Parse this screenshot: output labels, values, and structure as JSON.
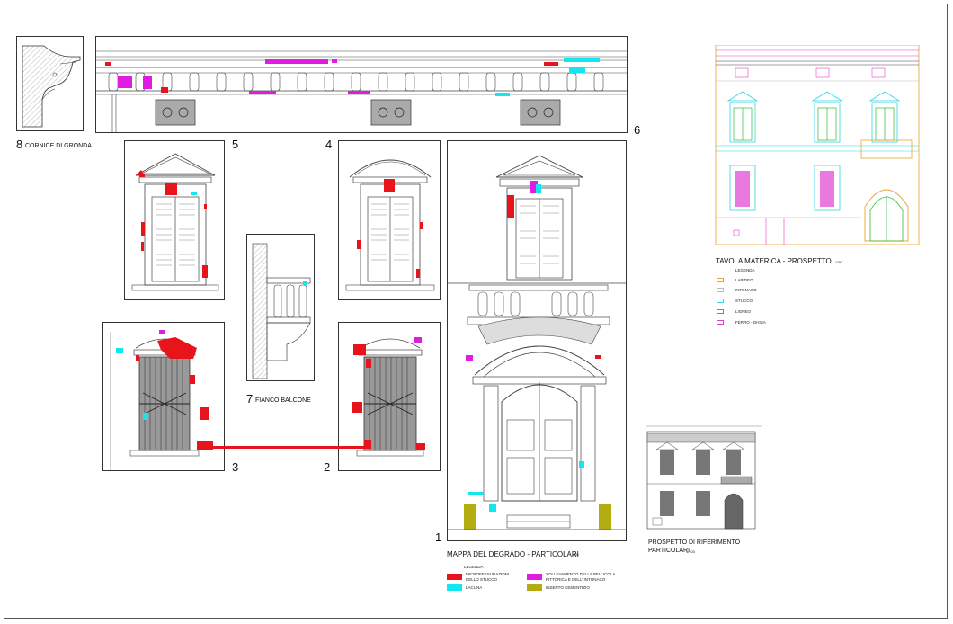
{
  "panels": {
    "p1": "1",
    "p2": "2",
    "p3": "3",
    "p4": "4",
    "p5": "5",
    "p6": "6",
    "p7_num": "7",
    "p7_label": "FIANCO BALCONE",
    "p8_num": "8",
    "p8_label": "CORNICE DI GRONDA"
  },
  "degrado": {
    "title": "MAPPA DEL DEGRADO - PARTICOLARI",
    "scale": "1/20",
    "legend_title": "LEGENDA",
    "items": [
      {
        "label_1": "MICROFESSURAZIONI",
        "label_2": "DELLO STUCCO",
        "color": "#e8141c"
      },
      {
        "label_1": "SOLLEVAMENTO DELLA PELLICOLA",
        "label_2": "PITTORICA E DELL' INTONACO",
        "color": "#e01ce0"
      },
      {
        "label_1": "LACUNA",
        "label_2": "",
        "color": "#14e6ee"
      },
      {
        "label_1": "INSERTO CEMENTIZIO",
        "label_2": "",
        "color": "#b3ad12"
      }
    ]
  },
  "materica": {
    "title": "TAVOLA MATERICA - PROSPETTO",
    "scale": "1/50",
    "legend_title": "LEGENDA",
    "items": [
      {
        "label": "LAPIDEO",
        "color": "#f0a030"
      },
      {
        "label": "INTONACO",
        "color": "#bbbbbb"
      },
      {
        "label": "STUCCO",
        "color": "#2ad6e8"
      },
      {
        "label": "LIGNEO",
        "color": "#33bb33"
      },
      {
        "label": "FERRO - GHISA",
        "color": "#e040d0"
      }
    ]
  },
  "riferimento": {
    "title_1": "PROSPETTO DI RIFERIMENTO",
    "title_2": "PARTICOLARI",
    "scale": "1/100"
  },
  "colors": {
    "red": "#e8141c",
    "magenta": "#e01ce0",
    "cyan": "#14e6ee",
    "olive": "#b3ad12",
    "green": "#33bb33",
    "orange": "#f0a030",
    "line": "#444444"
  }
}
